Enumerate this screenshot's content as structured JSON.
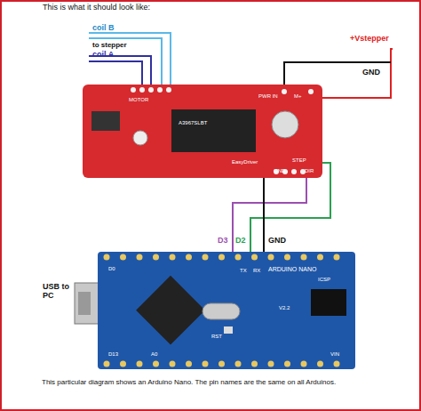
{
  "diagram": {
    "title": "This is what it should look like:",
    "caption": "This particular diagram shows an Arduino Nano. The pin names are the same on all Arduinos.",
    "nodes": [
      {
        "text": [
          "MOTOR",
          "A3967SLBT",
          "PWR IN",
          "M+",
          "EasyDriver",
          "GND",
          "STEP",
          "DIR"
        ]
      },
      {
        "text": [
          "ARDUINO NANO",
          "V2.2",
          "TX",
          "RX",
          "RST",
          "ICSP",
          "D13",
          "D0",
          "A0",
          "VIN"
        ]
      }
    ],
    "edges": [
      {
        "from": 0,
        "to": 1,
        "arrow": "none",
        "label": "D3"
      },
      {
        "from": 0,
        "to": 1,
        "arrow": "none",
        "label": "D2"
      },
      {
        "from": 0,
        "to": 1,
        "arrow": "none",
        "label": "GND"
      }
    ],
    "labels": [
      "coil B",
      "to stepper",
      "coil A",
      "+Vstepper",
      "GND",
      "USB to PC"
    ]
  }
}
